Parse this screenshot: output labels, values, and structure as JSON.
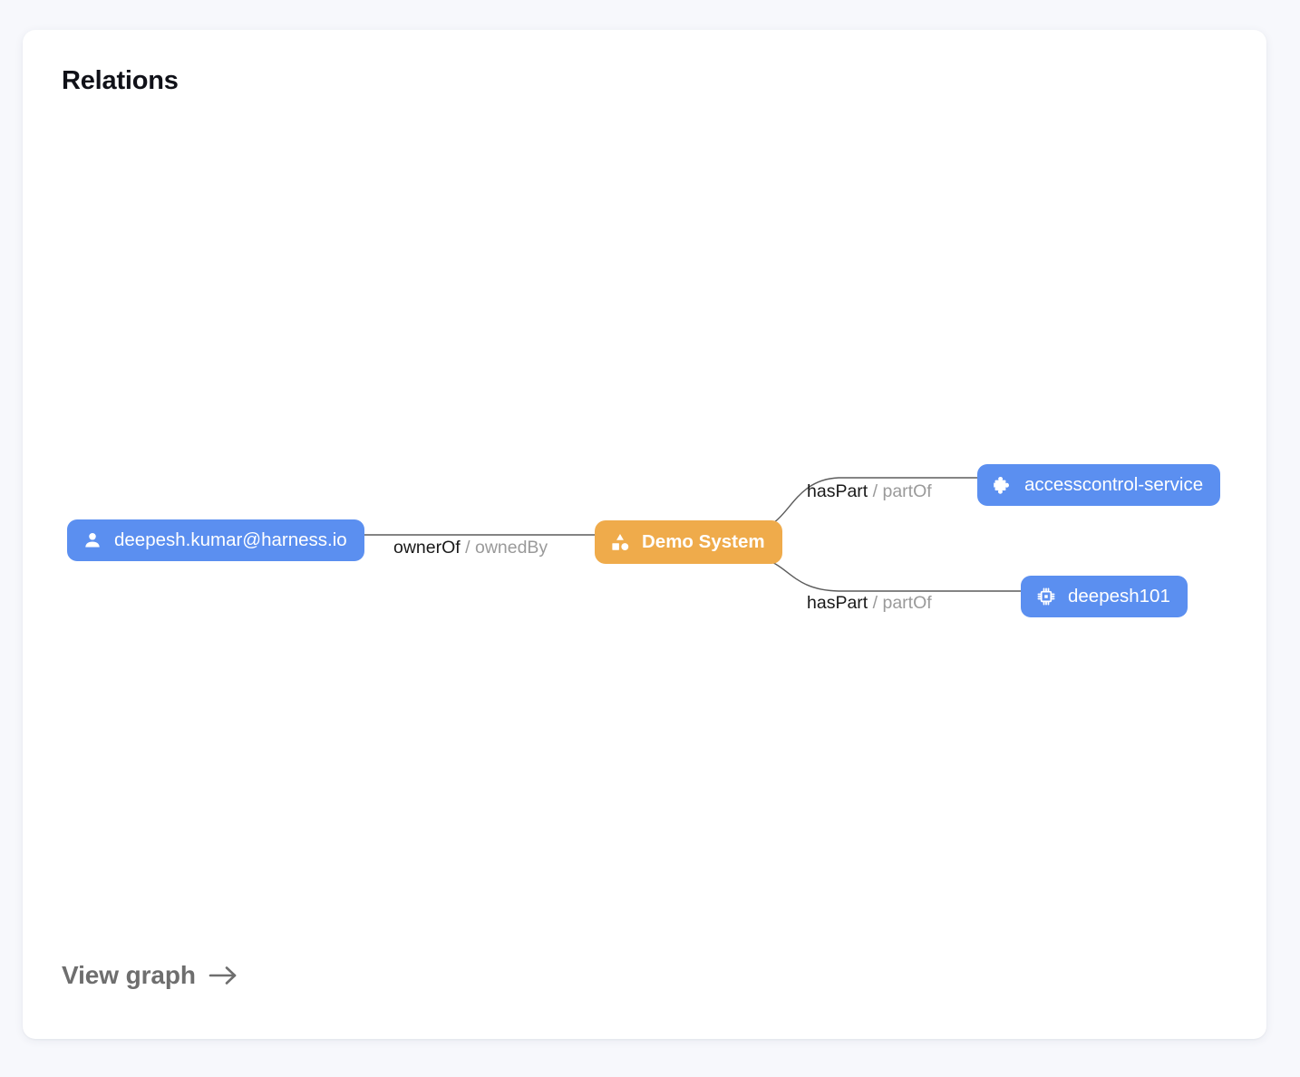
{
  "card": {
    "title": "Relations",
    "footer": {
      "label": "View graph",
      "icon": "arrow-right-icon"
    }
  },
  "theme": {
    "page_background": "#f7f8fc",
    "card_background": "#ffffff",
    "node_blue": "#5b8ff0",
    "node_orange": "#efab4b",
    "edge_stroke": "#5c5c5c",
    "label_primary": "#1a1a1a",
    "label_secondary": "#9a9a9a",
    "title_color": "#101118",
    "footer_color": "#6e6e6e"
  },
  "graph": {
    "nodes": [
      {
        "id": "user",
        "label": "deepesh.kumar@harness.io",
        "kind": "user",
        "icon": "person-icon",
        "color": "#5b8ff0"
      },
      {
        "id": "system",
        "label": "Demo System",
        "kind": "system",
        "icon": "shapes-icon",
        "color": "#efab4b"
      },
      {
        "id": "component",
        "label": "accesscontrol-service",
        "kind": "component",
        "icon": "puzzle-icon",
        "color": "#5b8ff0"
      },
      {
        "id": "resource",
        "label": "deepesh101",
        "kind": "resource",
        "icon": "chip-icon",
        "color": "#5b8ff0"
      }
    ],
    "edges": [
      {
        "id": "owner",
        "source": "user",
        "target": "system",
        "forward": "ownerOf",
        "separator": "/",
        "reverse": "ownedBy"
      },
      {
        "id": "part-1",
        "source": "system",
        "target": "component",
        "forward": "hasPart",
        "separator": "/",
        "reverse": "partOf"
      },
      {
        "id": "part-2",
        "source": "system",
        "target": "resource",
        "forward": "hasPart",
        "separator": "/",
        "reverse": "partOf"
      }
    ]
  }
}
